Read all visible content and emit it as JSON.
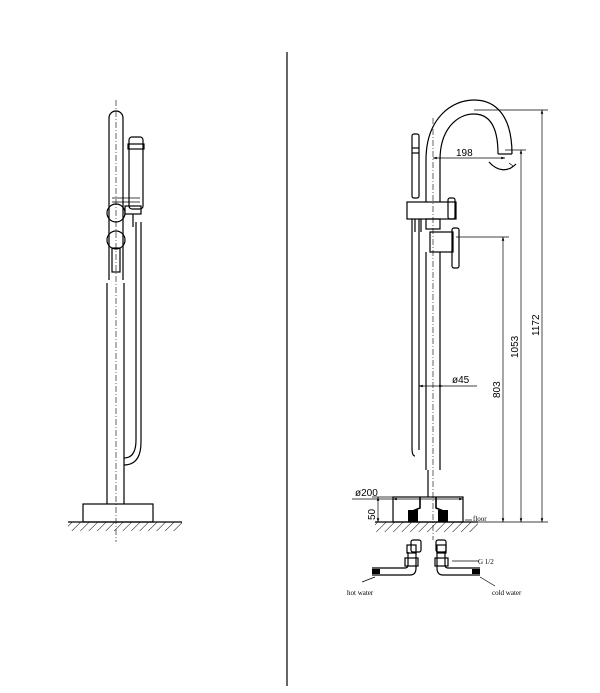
{
  "dimensions": {
    "spout_reach": "198",
    "pipe_diameter": "ø45",
    "base_diameter": "ø200",
    "base_height": "50",
    "handle_height": "803",
    "spout_outlet_height": "1053",
    "total_height": "1172",
    "thread_spec": "G 1/2"
  },
  "labels": {
    "floor": "floor",
    "hot_water": "hot water",
    "cold_water": "cold water"
  }
}
